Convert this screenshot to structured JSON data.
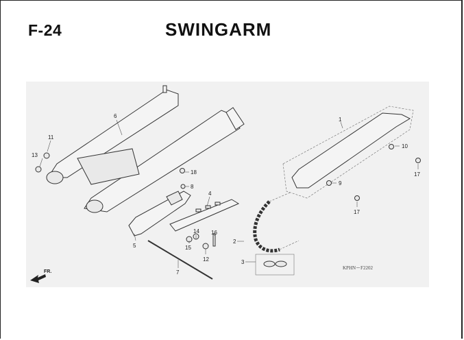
{
  "header": {
    "section_code": "F-24",
    "title": "SWINGARM"
  },
  "diagram": {
    "reference_code": "KPHN－F2202",
    "direction_label": "FR.",
    "callouts": {
      "c1": "1",
      "c2": "2",
      "c3": "3",
      "c4": "4",
      "c5": "5",
      "c6": "6",
      "c7": "7",
      "c8": "8",
      "c9": "9",
      "c10": "10",
      "c11": "11",
      "c12": "12",
      "c13": "13",
      "c14": "14",
      "c15": "15",
      "c16": "16",
      "c17a": "17",
      "c17b": "17",
      "c18": "18"
    }
  }
}
